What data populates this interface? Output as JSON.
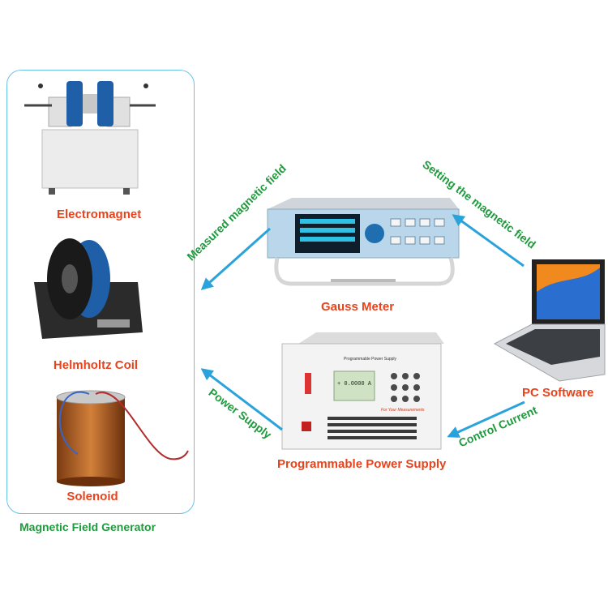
{
  "generator_group": {
    "title": "Magnetic Field Generator",
    "items": [
      {
        "label": "Electromagnet"
      },
      {
        "label": "Helmholtz Coil"
      },
      {
        "label": "Solenoid"
      }
    ]
  },
  "devices": {
    "gauss_meter": {
      "label": "Gauss Meter"
    },
    "power_supply": {
      "label": "Programmable Power Supply",
      "display_value": "+ 0.0000 A",
      "panel_slogan": "For Your Measurements",
      "panel_title": "Programmable Power Supply"
    },
    "pc": {
      "label": "PC Software"
    }
  },
  "flows": {
    "measured": "Measured magnetic field",
    "setting": "Setting the magnetic field",
    "power": "Power Supply",
    "control": "Control Current"
  },
  "colors": {
    "arrow": "#2aa3dc",
    "device_label": "#e8431c",
    "flow_label": "#1f9a3d",
    "group_border": "#69c3e8"
  }
}
